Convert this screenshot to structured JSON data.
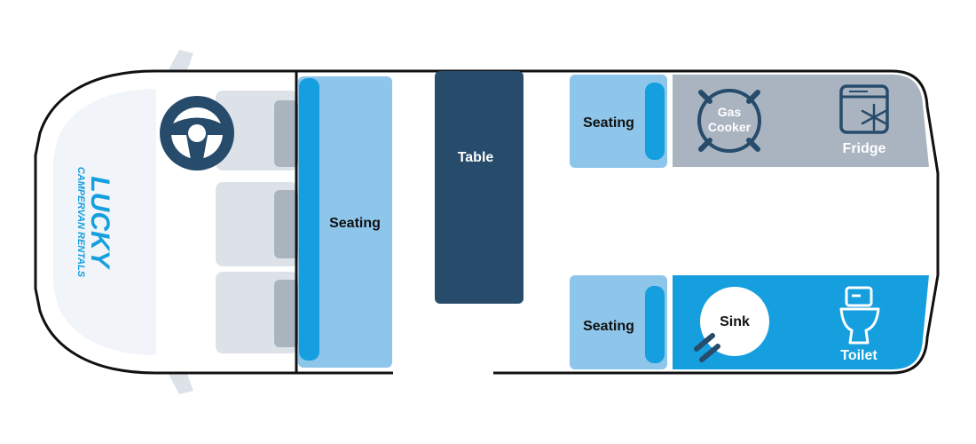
{
  "brand": {
    "name": "LUCKY",
    "tagline": "CAMPERVAN RENTALS"
  },
  "areas": {
    "seating_main": "Seating",
    "table": "Table",
    "seating_top": "Seating",
    "seating_bottom": "Seating",
    "gas_cooker_line1": "Gas",
    "gas_cooker_line2": "Cooker",
    "fridge": "Fridge",
    "sink": "Sink",
    "toilet": "Toilet"
  },
  "icons": {
    "steering_wheel": "steering-wheel-icon",
    "gas_cooker": "gas-cooker-icon",
    "fridge": "fridge-snowflake-icon",
    "sink_tap": "tap-icon",
    "toilet": "toilet-icon"
  },
  "colors": {
    "outline": "#111111",
    "light_blue": "#8ec5ea",
    "bright_blue": "#159fde",
    "navy": "#264b6b",
    "grey": "#a9b4c0",
    "cab_grey": "#dde2e9",
    "seat_dark": "#aab4bf",
    "white": "#ffffff"
  }
}
